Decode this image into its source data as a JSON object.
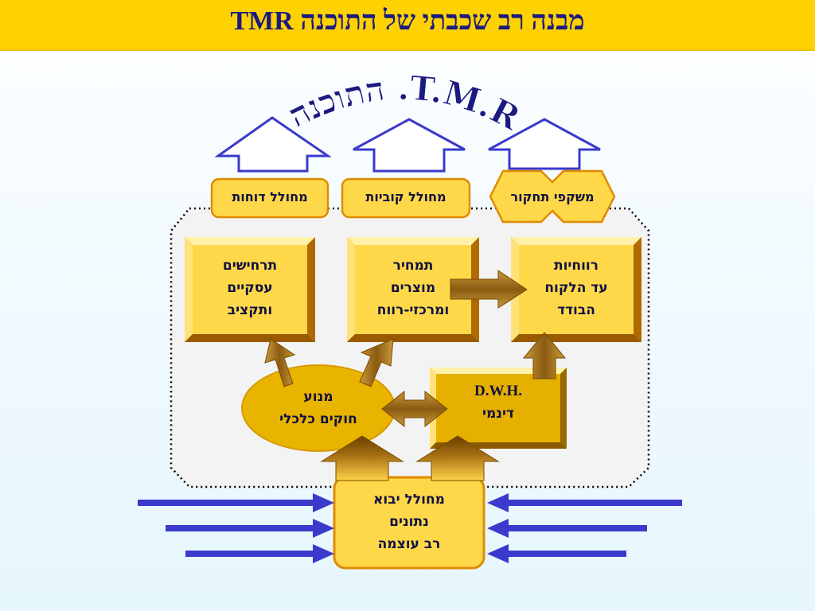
{
  "title": "מבנה רב שכבתי של התוכנה TMR",
  "arc_title": "התוכנה .T.M.R",
  "outputs": {
    "reports": "מחולל דוחות",
    "cubes": "מחולל קוביות",
    "research": "משקפי תחקור"
  },
  "modules": {
    "scenarios": [
      "תרחישים",
      "עסקיים",
      "ותקציב"
    ],
    "pricing": [
      "תמחיר",
      "מוצרים",
      "ומרכזי-רווח"
    ],
    "profitability": [
      "רווחיות",
      "עד הלקוח",
      "הבודד"
    ]
  },
  "engine": [
    "מנוע",
    "חוקים כלכלי"
  ],
  "dwh": [
    "D.W.H.",
    "דינמי"
  ],
  "importer": [
    "מחולל יבוא",
    "נתונים",
    "רב עוצמה"
  ],
  "colors": {
    "title_bar": "#fed100",
    "title_text": "#1a1a80",
    "box_fill": "#ffd84a",
    "box_border": "#e08a00",
    "outline_arrow": "#3a3acc",
    "input_arrow": "#3a3acc",
    "brown_arrow": "#9a6a10"
  }
}
